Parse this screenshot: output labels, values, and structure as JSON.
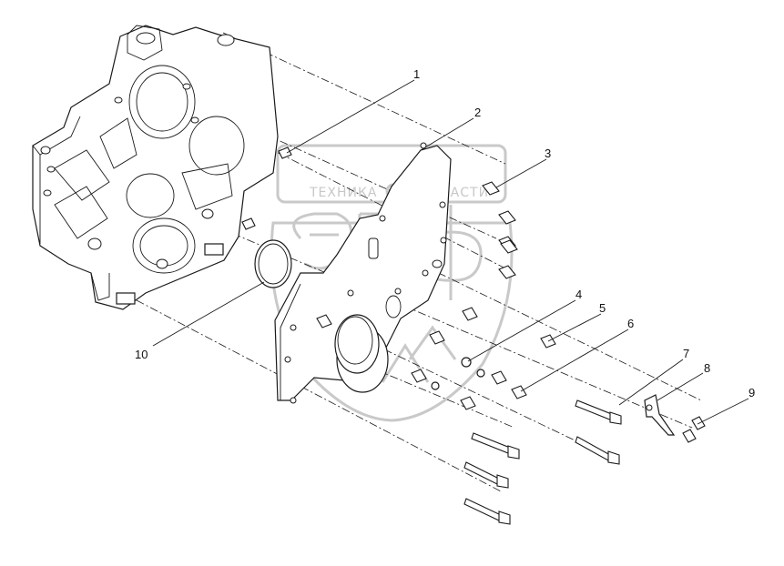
{
  "watermark": {
    "left_word": "ТЕХНИКА",
    "right_word": "ЗАПЧАСТИ",
    "emblem_letters": "эпф"
  },
  "callouts": [
    {
      "id": "1",
      "label": "1"
    },
    {
      "id": "2",
      "label": "2"
    },
    {
      "id": "3",
      "label": "3"
    },
    {
      "id": "4",
      "label": "4"
    },
    {
      "id": "5",
      "label": "5"
    },
    {
      "id": "6",
      "label": "6"
    },
    {
      "id": "7",
      "label": "7"
    },
    {
      "id": "8",
      "label": "8"
    },
    {
      "id": "9",
      "label": "9"
    },
    {
      "id": "10",
      "label": "10"
    }
  ],
  "colors": {
    "line": "#1a1a1a",
    "watermark": "#c9c9c9",
    "background": "#ffffff"
  }
}
